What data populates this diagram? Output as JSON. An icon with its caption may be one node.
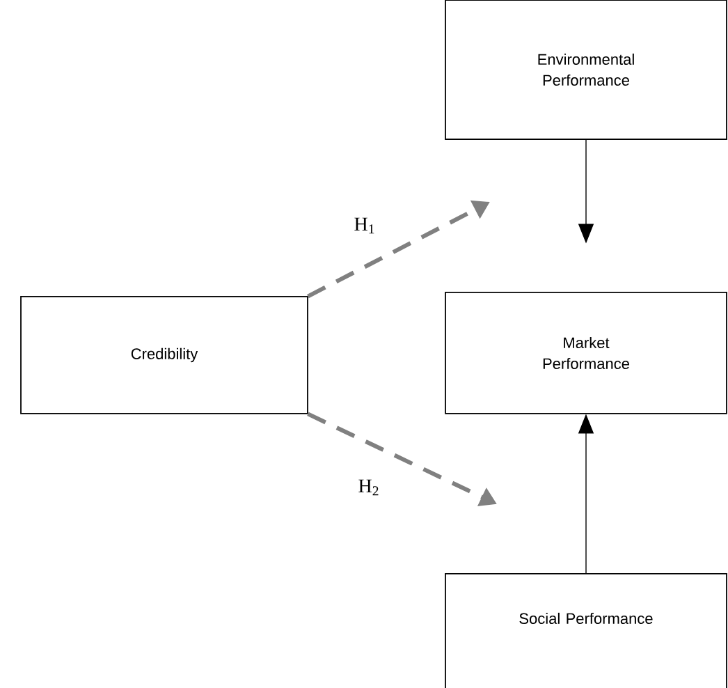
{
  "diagram": {
    "nodes": [
      {
        "text": [
          "Environmental Performance"
        ]
      },
      {
        "text": [
          "Credibility"
        ]
      },
      {
        "text": [
          "Market Performance"
        ]
      },
      {
        "text": [
          "Social Performance"
        ]
      }
    ],
    "edges": [
      {
        "from": 1,
        "to": null,
        "arrow": "to",
        "label": "H$_{1}$",
        "style": "dashed",
        "color": "#808080"
      },
      {
        "from": 1,
        "to": null,
        "arrow": "to",
        "label": "H$_{2}$",
        "style": "dashed",
        "color": "#808080"
      },
      {
        "from": 0,
        "to": 2,
        "arrow": "to",
        "color": "#000000"
      },
      {
        "from": 3,
        "to": 2,
        "arrow": "to",
        "color": "#000000"
      }
    ]
  }
}
